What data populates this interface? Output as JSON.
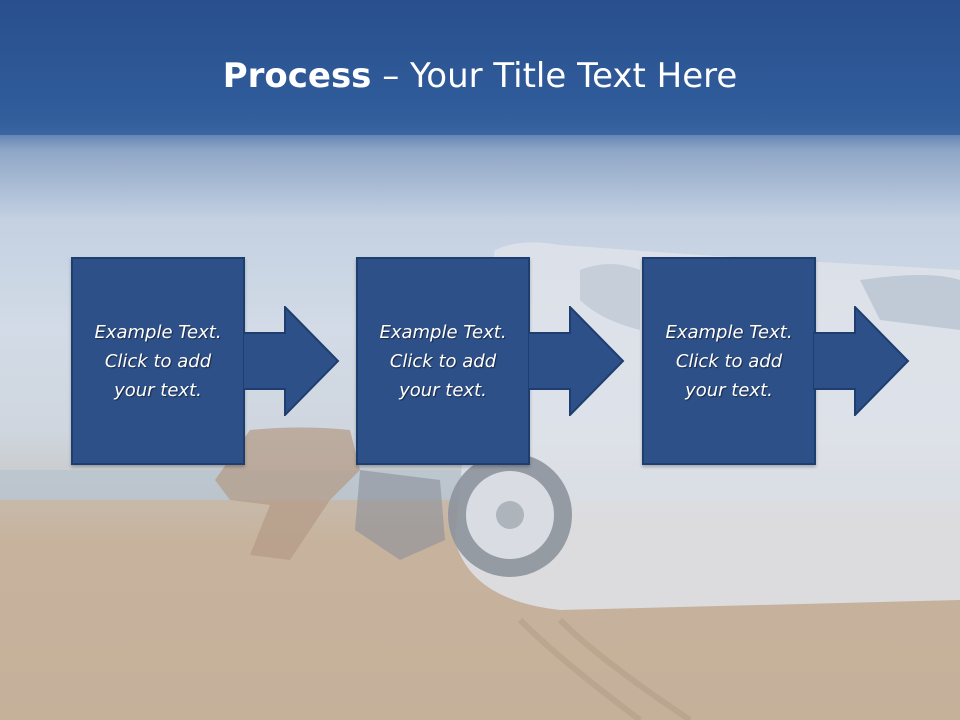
{
  "slide": {
    "title_bold": "Process",
    "title_rest": " – Your Title Text Here"
  },
  "steps": [
    {
      "text": "Example Text.\nClick  to add\nyour text."
    },
    {
      "text": "Example Text.\nClick  to add\nyour text."
    },
    {
      "text": "Example Text.\nClick  to add\nyour text."
    }
  ],
  "colors": {
    "title_band": "#2f5a99",
    "box_fill": "#2e5089",
    "box_border": "#1f3e70",
    "text": "#ffffff"
  },
  "background": {
    "scene": "car-on-beach-photo"
  }
}
